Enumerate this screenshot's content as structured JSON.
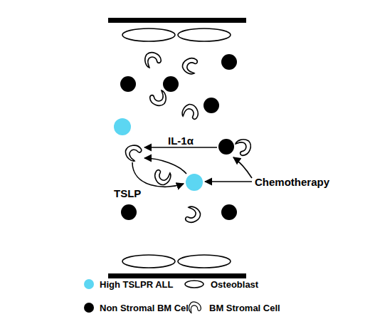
{
  "diagram": {
    "labels": [
      "IL-1α",
      "TSLP",
      "Chemotherapy"
    ],
    "legend": [
      {
        "text": "High TSLPR ALL",
        "color": "#5cd6f2"
      },
      {
        "text": "Osteoblast"
      },
      {
        "text": "Non Stromal BM Cell",
        "color": "#000000"
      },
      {
        "text": "BM Stromal Cell"
      }
    ]
  }
}
